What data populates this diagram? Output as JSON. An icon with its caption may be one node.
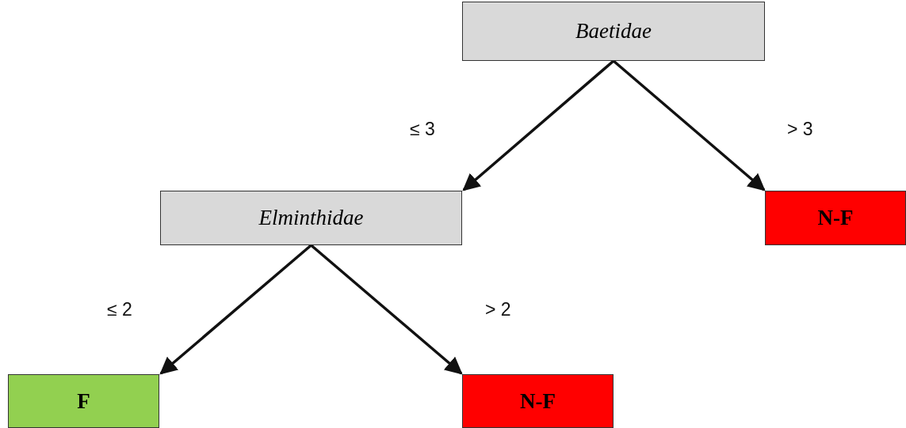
{
  "diagram": {
    "nodes": [
      {
        "text": [
          "Baetidae"
        ]
      },
      {
        "text": [
          "Elminthidae"
        ]
      },
      {
        "text": [
          "N-F"
        ]
      },
      {
        "text": [
          "F"
        ]
      },
      {
        "text": [
          "N-F"
        ]
      }
    ],
    "edges": [
      {
        "from": 0,
        "to": 1,
        "arrow": "to",
        "label": "≤ 3"
      },
      {
        "from": 0,
        "to": 2,
        "arrow": "to",
        "label": "> 3"
      },
      {
        "from": 1,
        "to": 3,
        "arrow": "to",
        "label": "≤ 2"
      },
      {
        "from": 1,
        "to": 4,
        "arrow": "to",
        "label": "> 2"
      }
    ]
  }
}
